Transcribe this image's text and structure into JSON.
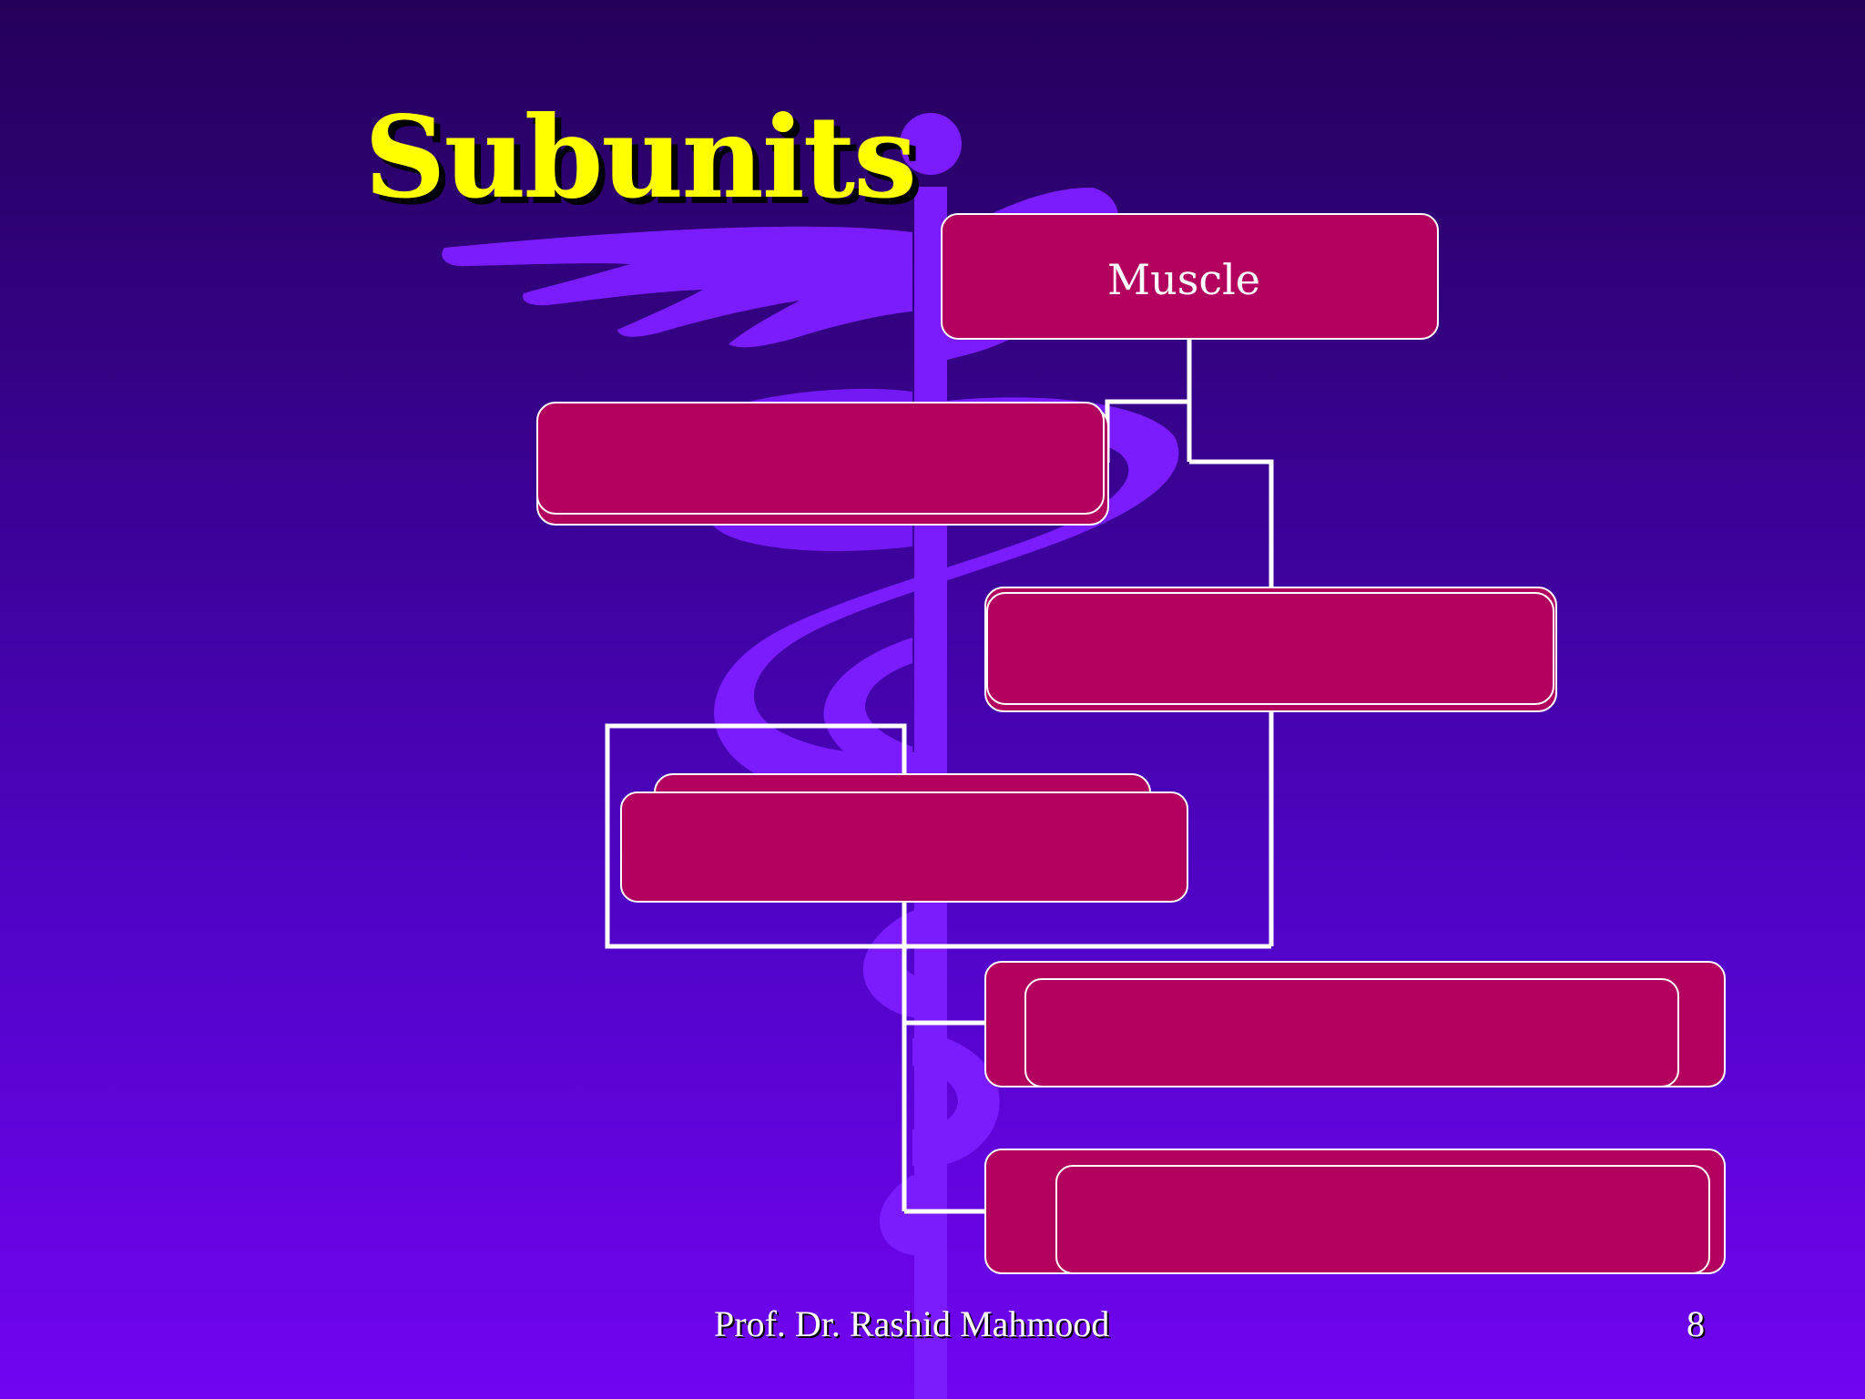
{
  "slide": {
    "title": "Subunits",
    "footer_author": "Prof. Dr. Rashid Mahmood",
    "page_number": "8"
  },
  "diagram": {
    "root_label": "Muscle",
    "child_labels": [
      "",
      "",
      "",
      "",
      ""
    ]
  },
  "colors": {
    "background_top": "#25005a",
    "background_bottom": "#7204f2",
    "title": "#ffff00",
    "box_fill": "#b3005f",
    "box_border": "#ffffff",
    "connector": "#ffffff",
    "emblem": "#7a1cff"
  },
  "icons": {
    "background_emblem": "caduceus-icon"
  }
}
